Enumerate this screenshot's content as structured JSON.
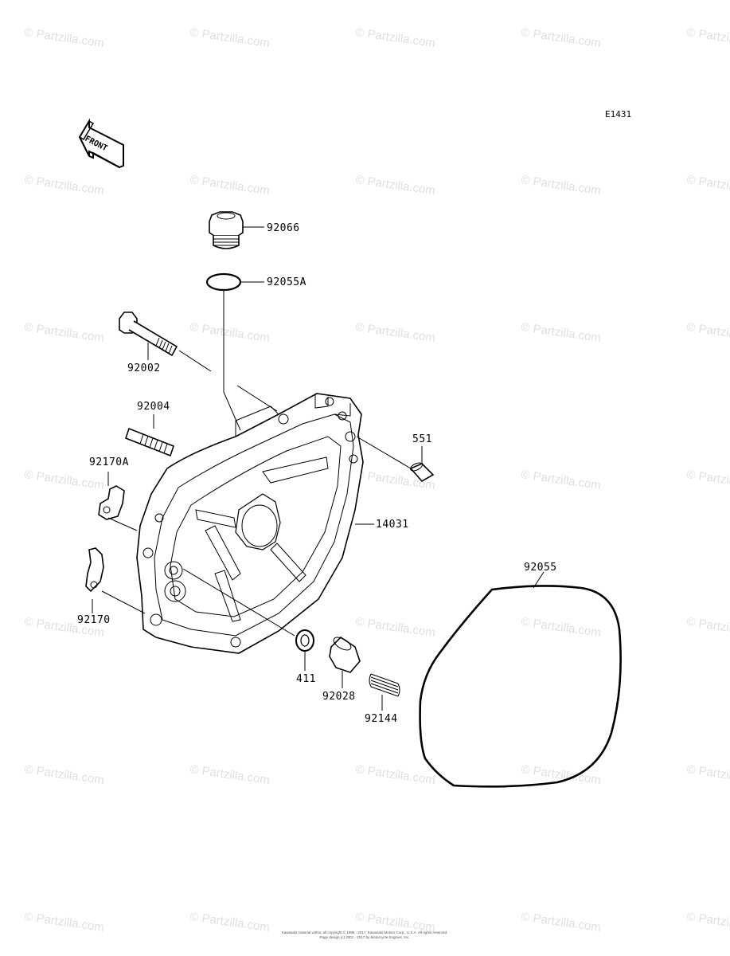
{
  "diagram_code": "E1431",
  "front_arrow_label": "FRONT",
  "watermark_text": "© Partzilla.com",
  "parts": [
    {
      "id": "p92066",
      "label": "92066"
    },
    {
      "id": "p92055a",
      "label": "92055A"
    },
    {
      "id": "p92002",
      "label": "92002"
    },
    {
      "id": "p92004",
      "label": "92004"
    },
    {
      "id": "p92170a",
      "label": "92170A"
    },
    {
      "id": "p551",
      "label": "551"
    },
    {
      "id": "p14031",
      "label": "14031"
    },
    {
      "id": "p92055",
      "label": "92055"
    },
    {
      "id": "p92170",
      "label": "92170"
    },
    {
      "id": "p411",
      "label": "411"
    },
    {
      "id": "p92028",
      "label": "92028"
    },
    {
      "id": "p92144",
      "label": "92144"
    }
  ],
  "footer": {
    "line1": "Kawasaki material within, all copyright © 1995 - 2017, Kawasaki Motors Corp., U.S.A. All rights reserved.",
    "line2": "Page design (c) 2001 - 2017 by Motorcycle Engines, Inc."
  }
}
